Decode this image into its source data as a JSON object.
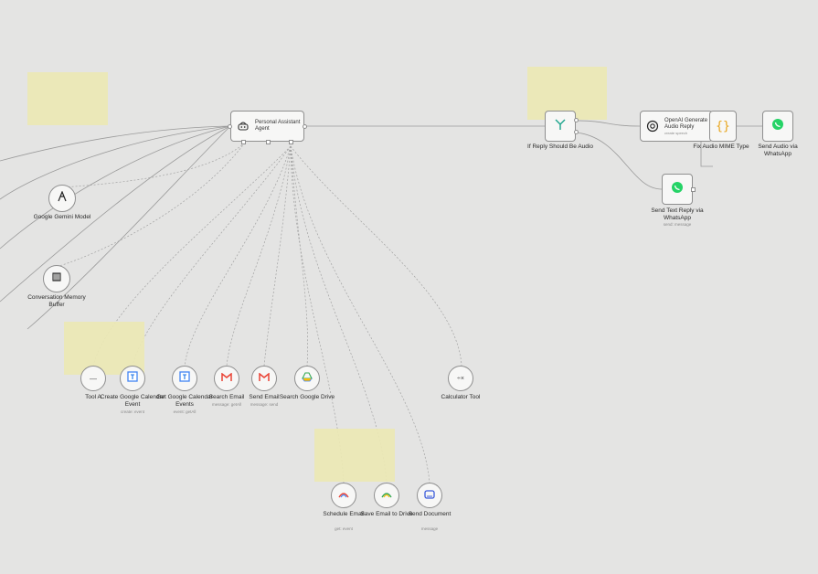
{
  "agent": {
    "title": "Personal Assistant Agent"
  },
  "switch_node": {
    "label": "If Reply Should Be Audio"
  },
  "openai_node": {
    "label": "OpenAI Generate Audio Reply",
    "sub": "create speech"
  },
  "fix_mime": {
    "label": "Fix Audio MIME Type"
  },
  "send_audio": {
    "label": "Send Audio via WhatsApp"
  },
  "send_text": {
    "label": "Send Text Reply via WhatsApp",
    "sub": "send: message"
  },
  "chat_model": {
    "label": "Google Gemini Model"
  },
  "memory": {
    "label": "Conversation Memory Buffer"
  },
  "tools": [
    {
      "label": "Tool A",
      "sub": ""
    },
    {
      "label": "Create Google Calendar Event",
      "sub": "create: event"
    },
    {
      "label": "Get Google Calendar Events",
      "sub": "event: getAll"
    },
    {
      "label": "Search Email",
      "sub": "message: getAll"
    },
    {
      "label": "Send Email",
      "sub": "message: send"
    },
    {
      "label": "Search Google Drive",
      "sub": ""
    },
    {
      "label": "Calculator Tool",
      "sub": ""
    },
    {
      "label": "Schedule Email",
      "sub": "get: event"
    },
    {
      "label": "Save Email to Drive",
      "sub": ""
    },
    {
      "label": "Send Document",
      "sub": "message"
    }
  ],
  "colors": {
    "canvas": "#e4e4e3",
    "sticky": "#ebe8b4",
    "whatsapp": "#25d366"
  }
}
